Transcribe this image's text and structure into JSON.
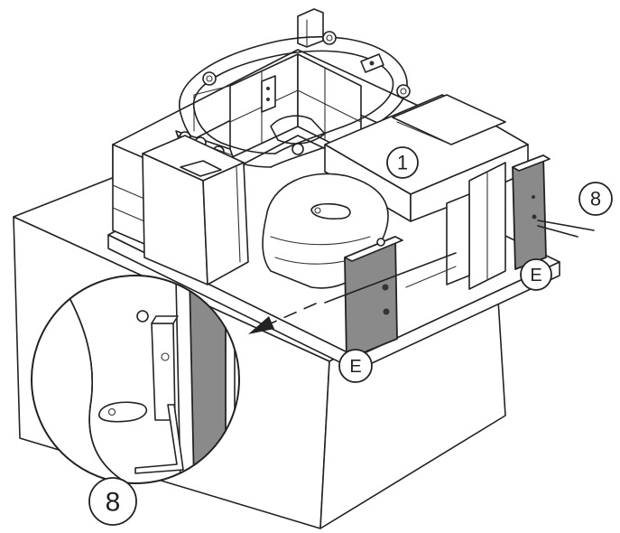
{
  "callouts": {
    "part_1": "1",
    "screw_8_right": "8",
    "screw_8_zoom": "8",
    "plate_e_right": "E",
    "plate_e_left": "E"
  },
  "colors": {
    "plate_fill": "#8a8a8a",
    "line": "#222222",
    "background": "#ffffff"
  },
  "icons": {
    "arrow": "dashed-arrow-icon",
    "allen_key": "allen-key-icon",
    "magnifier": "zoom-circle-icon"
  }
}
